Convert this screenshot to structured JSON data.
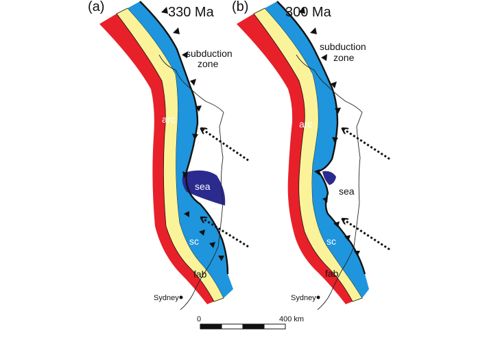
{
  "panels": [
    {
      "letter": "(a)",
      "age": "330 Ma",
      "subduction_label_line1": "subduction",
      "subduction_label_line2": "zone",
      "arc_label": "arc",
      "sea_label": "sea",
      "sc_label": "sc",
      "fab_label": "fab",
      "city_label": "Sydney"
    },
    {
      "letter": "(b)",
      "age": "300 Ma",
      "subduction_label_line1": "subduction",
      "subduction_label_line2": "zone",
      "arc_label": "arc",
      "sea_label": "sea",
      "sc_label": "sc",
      "fab_label": "fab",
      "city_label": "Sydney"
    }
  ],
  "scale_bar": {
    "start_label": "0",
    "end_label": "400 km"
  },
  "colors": {
    "arc_red": "#e8202a",
    "fab_yellow": "#fbf39a",
    "sc_blue": "#1e95dc",
    "sea_navy": "#2b2a8f",
    "outline": "#111111"
  }
}
